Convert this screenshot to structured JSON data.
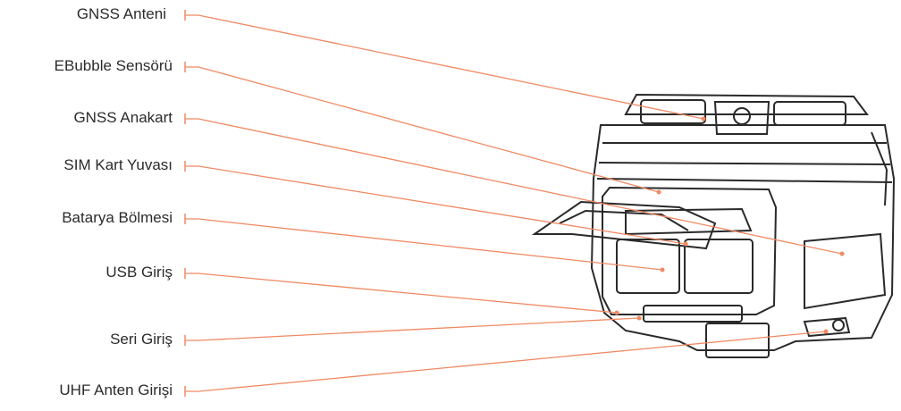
{
  "labels": [
    {
      "text": "GNSS Anteni"
    },
    {
      "text": "EBubble Sensörü"
    },
    {
      "text": "GNSS Anakart"
    },
    {
      "text": "SIM Kart Yuvası"
    },
    {
      "text": "Batarya Bölmesi"
    },
    {
      "text": "USB Giriş"
    },
    {
      "text": "Seri Giriş"
    },
    {
      "text": "UHF Anten Girişi"
    }
  ],
  "colors": {
    "leader": "#f08a64",
    "outline": "#2a2a2a",
    "text": "#2b2b2b"
  }
}
